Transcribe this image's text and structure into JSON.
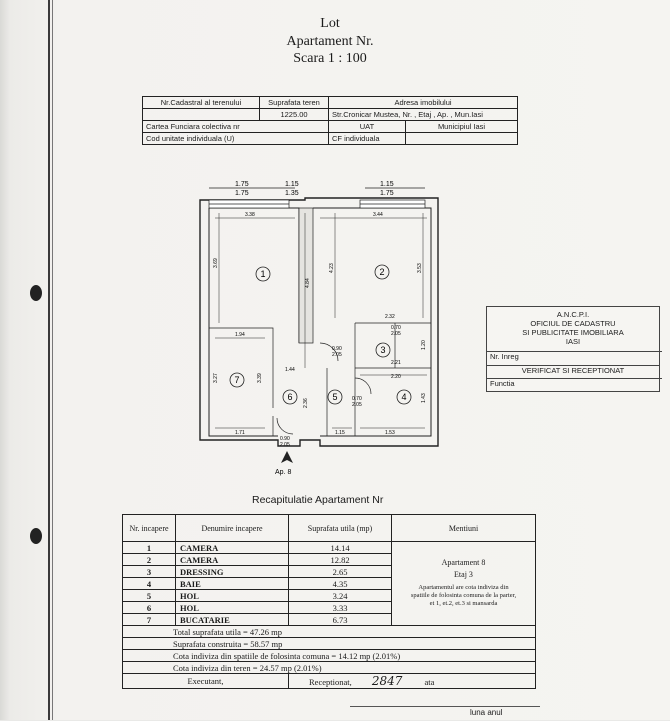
{
  "header": {
    "line1": "Lot",
    "line2": "Apartament Nr.",
    "line3": "Scara 1 : 100"
  },
  "cadastral": {
    "h_nr": "Nr.Cadastral al terenului",
    "h_sup": "Suprafata teren",
    "h_adr": "Adresa imobilului",
    "sup_val": "1225.00",
    "adr_val": "Str.Cronicar Mustea, Nr. , Etaj , Ap. , Mun.Iasi",
    "cf_label": "Cartea Funciara colectiva nr",
    "uat": "UAT",
    "municipiu": "Municipiul Iasi",
    "cod_label": "Cod unitate individuala (U)",
    "cf_ind": "CF individuala"
  },
  "plan": {
    "top_dims": [
      "1.75",
      "1.75",
      "1.15",
      "1.35",
      "1.15",
      "1.75"
    ],
    "rooms": [
      "1",
      "2",
      "3",
      "4",
      "5",
      "6",
      "7"
    ],
    "dims": {
      "d338": "3.38",
      "d344": "3.44",
      "d369": "3.69",
      "d484": "4.84",
      "d423": "4.23",
      "d353": "3.53",
      "d194": "1.94",
      "d327": "3.27",
      "d339": "3.39",
      "d144": "1.44",
      "d236": "2.36",
      "d232": "2.32",
      "d070a": "0.70",
      "d205a": "2.05",
      "d090a": "0.90",
      "d205b": "2.05",
      "d221": "2.21",
      "d120": "1.20",
      "d220": "2.20",
      "d143": "1.43",
      "d070b": "0.70",
      "d205c": "2.05",
      "d171": "1.71",
      "d115": "1.15",
      "d153": "1.53",
      "d090b": "0.90",
      "d205d": "2.05"
    },
    "entry_label": "Ap. 8"
  },
  "stamp": {
    "l1": "A.N.C.P.I.",
    "l2": "OFICIUL DE CADASTRU",
    "l3": "SI PUBLICITATE IMOBILIARA",
    "l4": "IASI",
    "nr": "Nr. Inreg",
    "ver": "VERIFICAT SI RECEPTIONAT",
    "fun": "Functia"
  },
  "recap": {
    "title": "Recapitulatie Apartament Nr",
    "h_nr": "Nr. incapere",
    "h_den": "Denumire incapere",
    "h_sup": "Suprafata utila (mp)",
    "h_men": "Mentiuni",
    "rows": [
      {
        "nr": "1",
        "den": "CAMERA",
        "sup": "14.14"
      },
      {
        "nr": "2",
        "den": "CAMERA",
        "sup": "12.82"
      },
      {
        "nr": "3",
        "den": "DRESSING",
        "sup": "2.65"
      },
      {
        "nr": "4",
        "den": "BAIE",
        "sup": "4.35"
      },
      {
        "nr": "5",
        "den": "HOL",
        "sup": "3.24"
      },
      {
        "nr": "6",
        "den": "HOL",
        "sup": "3.33"
      },
      {
        "nr": "7",
        "den": "BUCATARIE",
        "sup": "6.73"
      }
    ],
    "men1": "Apartament 8",
    "men2": "Etaj 3",
    "men3": "Apartamentul are cota indiviza din spatiile de folosinta comuna de la parter, et 1, et.2, et.3 si mansarda",
    "total_util": "Total suprafata utila = 47.26 mp",
    "sup_constr": "Suprafata construita = 58.57 mp",
    "cota_comuna": "Cota indiviza din spatiile de folosinta comuna = 14.12 mp (2.01%)",
    "cota_teren": "Cota indiviza din teren = 24.57 mp (2.01%)",
    "executant": "Executant,",
    "receptionat": "Receptionat,",
    "handnum": "2847",
    "data_frag": "ata"
  },
  "bottom": {
    "text": "luna        anul"
  }
}
